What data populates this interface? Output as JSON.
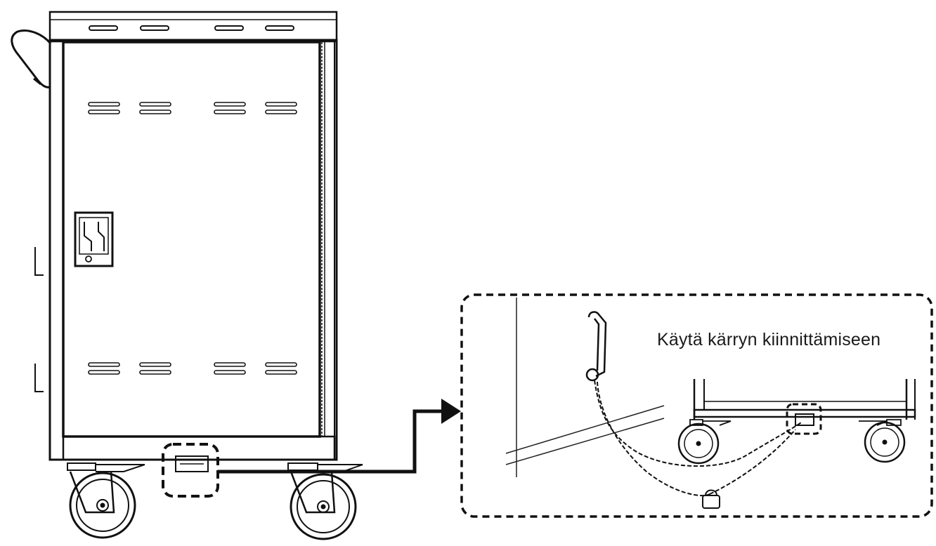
{
  "caption": "Käytä kärryn kiinnittämiseen",
  "colors": {
    "line": "#111111",
    "background": "#ffffff"
  },
  "icons": [
    "cart-illustration",
    "callout-arrow-icon",
    "chain-illustration",
    "wall-hook-icon"
  ]
}
